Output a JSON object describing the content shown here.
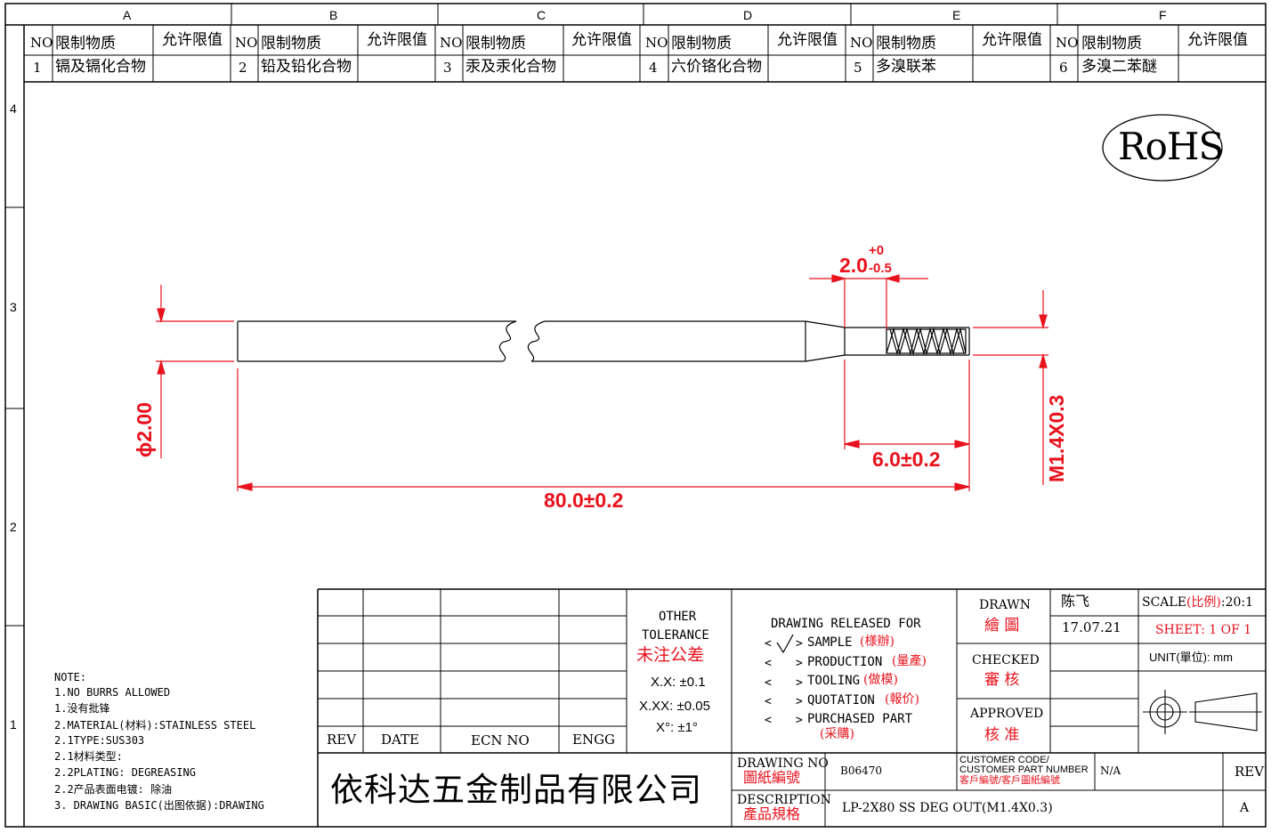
{
  "zones": {
    "columns": [
      "A",
      "B",
      "C",
      "D",
      "E",
      "F"
    ],
    "rows": [
      "4",
      "3",
      "2",
      "1"
    ]
  },
  "substances": {
    "header": {
      "no": "NO",
      "name": "限制物质",
      "limit": "允许限值"
    },
    "items": [
      {
        "no": "1",
        "name": "镉及镉化合物"
      },
      {
        "no": "2",
        "name": "铅及铅化合物"
      },
      {
        "no": "3",
        "name": "汞及汞化合物"
      },
      {
        "no": "4",
        "name": "六价铬化合物"
      },
      {
        "no": "5",
        "name": "多溴联苯"
      },
      {
        "no": "6",
        "name": "多溴二苯醚"
      }
    ]
  },
  "rohs": "RoHS",
  "dims": {
    "tol_len": "2.0",
    "tol_plus": "+0",
    "tol_minus": "-0.5",
    "thread_len": "6.0±0.2",
    "total_len": "80.0±0.2",
    "dia": "ϕ2.00",
    "thread": "M1.4X0.3"
  },
  "notes": [
    "NOTE:",
    "1.NO BURRS ALLOWED",
    "1.没有批锋",
    "2.MATERIAL(材料):STAINLESS STEEL",
    "2.1TYPE:SUS303",
    "2.1材料类型:",
    "2.2PLATING: DEGREASING",
    "2.2产品表面电镀: 除油",
    "3. DRAWING BASIC(出图依据):DRAWING"
  ],
  "revtable": {
    "rev": "REV",
    "date": "DATE",
    "ecn": "ECN NO",
    "engg": "ENGG"
  },
  "tolerance": {
    "title1": "OTHER",
    "title2": "TOLERANCE",
    "title_cn": "未注公差",
    "xx": "X.X: ±0.1",
    "xxx": "X.XX: ±0.05",
    "ang": "X°: ±1°"
  },
  "release": {
    "title": "DRAWING RELEASED FOR",
    "items": [
      {
        "en": "SAMPLE",
        "cn": "(様辦)",
        "checked": true
      },
      {
        "en": "PRODUCTION",
        "cn": "(量產)",
        "checked": false
      },
      {
        "en": "TOOLING",
        "cn": "(做模)",
        "checked": false
      },
      {
        "en": "QUOTATION",
        "cn": "(報价)",
        "checked": false
      },
      {
        "en": "PURCHASED PART",
        "cn": "(采購)",
        "checked": false
      }
    ]
  },
  "signoff": {
    "drawn_en": "DRAWN",
    "drawn_cn": "繪 圖",
    "checked_en": "CHECKED",
    "checked_cn": "審 核",
    "approved_en": "APPROVED",
    "approved_cn": "核 准",
    "drawer": "陈飞",
    "date": "17.07.21"
  },
  "scale": {
    "label": "SCALE",
    "cn": "(比例)",
    "value": ":20:1"
  },
  "sheet": "SHEET:  1 OF 1",
  "unit": {
    "label": "UNIT",
    "cn": "(單位)",
    "value": ":  mm"
  },
  "company": "依科达五金制品有限公司",
  "drawing_no": {
    "label_en": "DRAWING NO",
    "label_cn": "圖紙編號",
    "value": "B06470"
  },
  "customer": {
    "label1": "CUSTOMER CODE/",
    "label2": "CUSTOMER PART NUMBER",
    "label_cn": "客戶編號/客戶圖紙編號",
    "value": "N/A"
  },
  "description": {
    "label_en": "DESCRIPTION",
    "label_cn": "產品規格",
    "value": "LP-2X80 SS DEG OUT(M1.4X0.3)"
  },
  "rev_block": {
    "label": "REV",
    "value": "A"
  }
}
